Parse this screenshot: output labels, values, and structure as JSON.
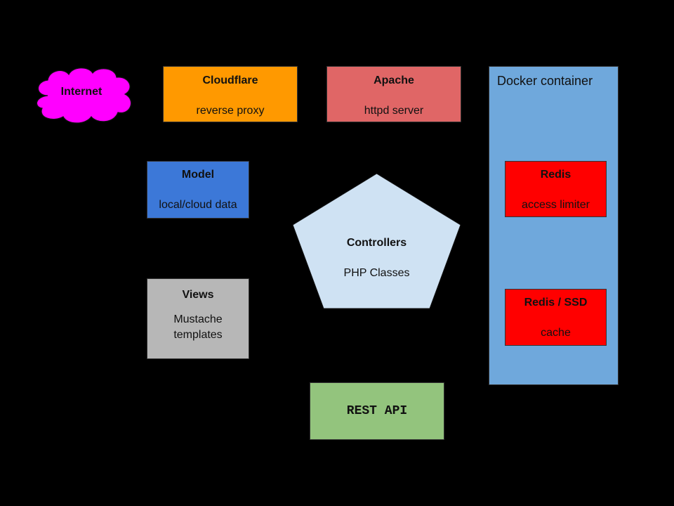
{
  "colors": {
    "background": "#000000",
    "internet": "#ff00ff",
    "cloudflare": "#ff9900",
    "apache": "#e06666",
    "docker": "#6fa8dc",
    "model": "#3c78d8",
    "views": "#b7b7b7",
    "redis": "#ff0000",
    "controllers": "#cfe2f3",
    "rest_api": "#93c47d"
  },
  "nodes": {
    "internet": {
      "title": "Internet"
    },
    "cloudflare": {
      "title": "Cloudflare",
      "subtitle": "reverse proxy"
    },
    "apache": {
      "title": "Apache",
      "subtitle": "httpd server"
    },
    "docker": {
      "title": "Docker container"
    },
    "model": {
      "title": "Model",
      "subtitle": "local/cloud data"
    },
    "views": {
      "title": "Views",
      "subtitle_line1": "Mustache",
      "subtitle_line2": "templates"
    },
    "controllers": {
      "title": "Controllers",
      "subtitle": "PHP Classes"
    },
    "redis_limiter": {
      "title": "Redis",
      "subtitle": "access limiter"
    },
    "redis_cache": {
      "title": "Redis / SSD",
      "subtitle": "cache"
    },
    "rest_api": {
      "title": "REST API"
    }
  },
  "edges": [
    {
      "from": "controllers",
      "to": "redis_limiter",
      "style": "dashed"
    },
    {
      "from": "controllers",
      "to": "redis_cache",
      "style": "dashed"
    }
  ]
}
